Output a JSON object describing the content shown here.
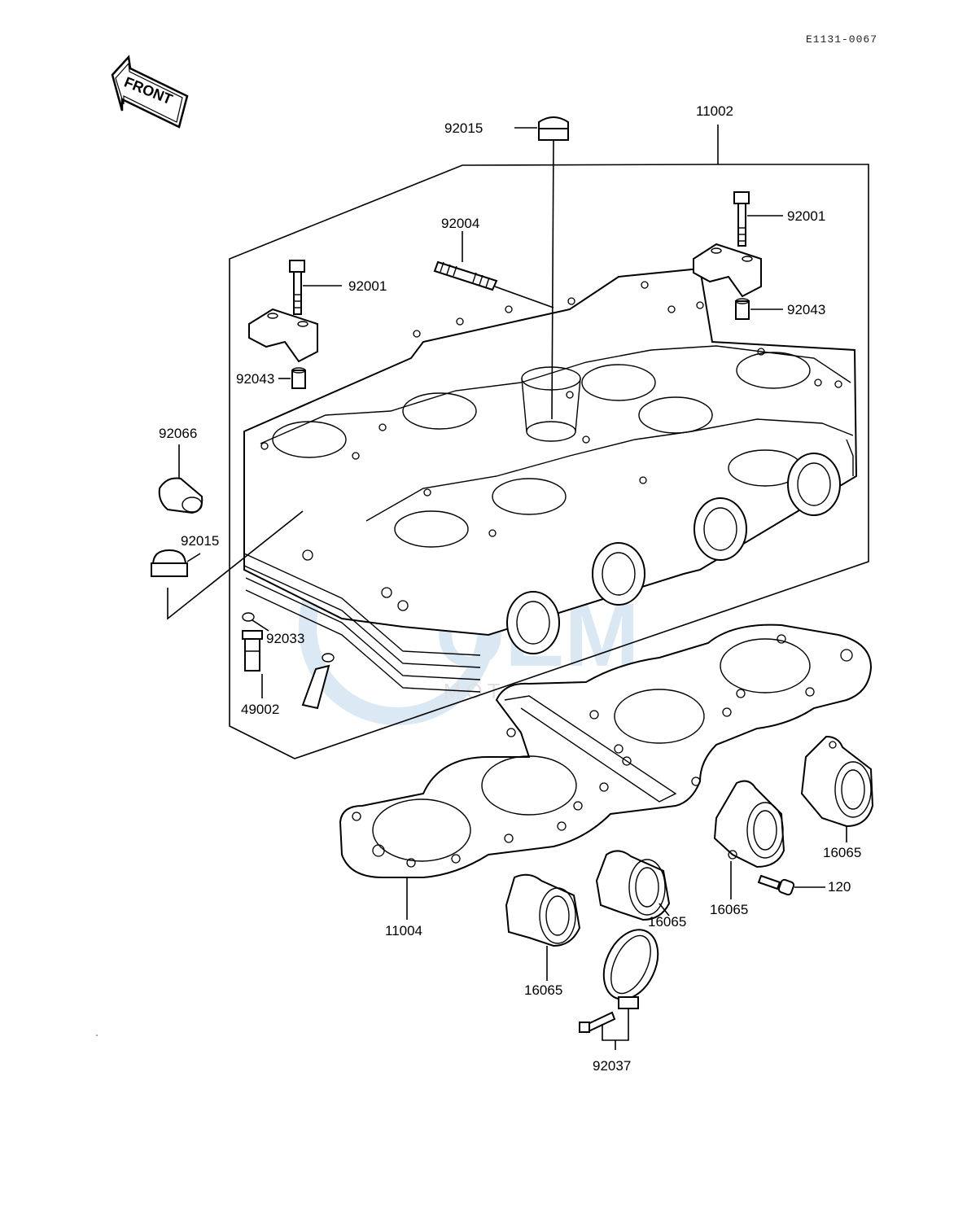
{
  "diagram_code": "E1131-0067",
  "front_label": "FRONT",
  "watermark": {
    "brand": "OEM",
    "sub": "MOTORPARTS"
  },
  "callouts": {
    "c11002": "11002",
    "c92015_top": "92015",
    "c92004": "92004",
    "c92001_right": "92001",
    "c92001_left": "92001",
    "c92043_right": "92043",
    "c92043_left": "92043",
    "c92066": "92066",
    "c92015_left": "92015",
    "c92033": "92033",
    "c49002": "49002",
    "c11004": "11004",
    "c16065_a": "16065",
    "c16065_b": "16065",
    "c16065_c": "16065",
    "c16065_d": "16065",
    "c120": "120",
    "c92037": "92037"
  }
}
